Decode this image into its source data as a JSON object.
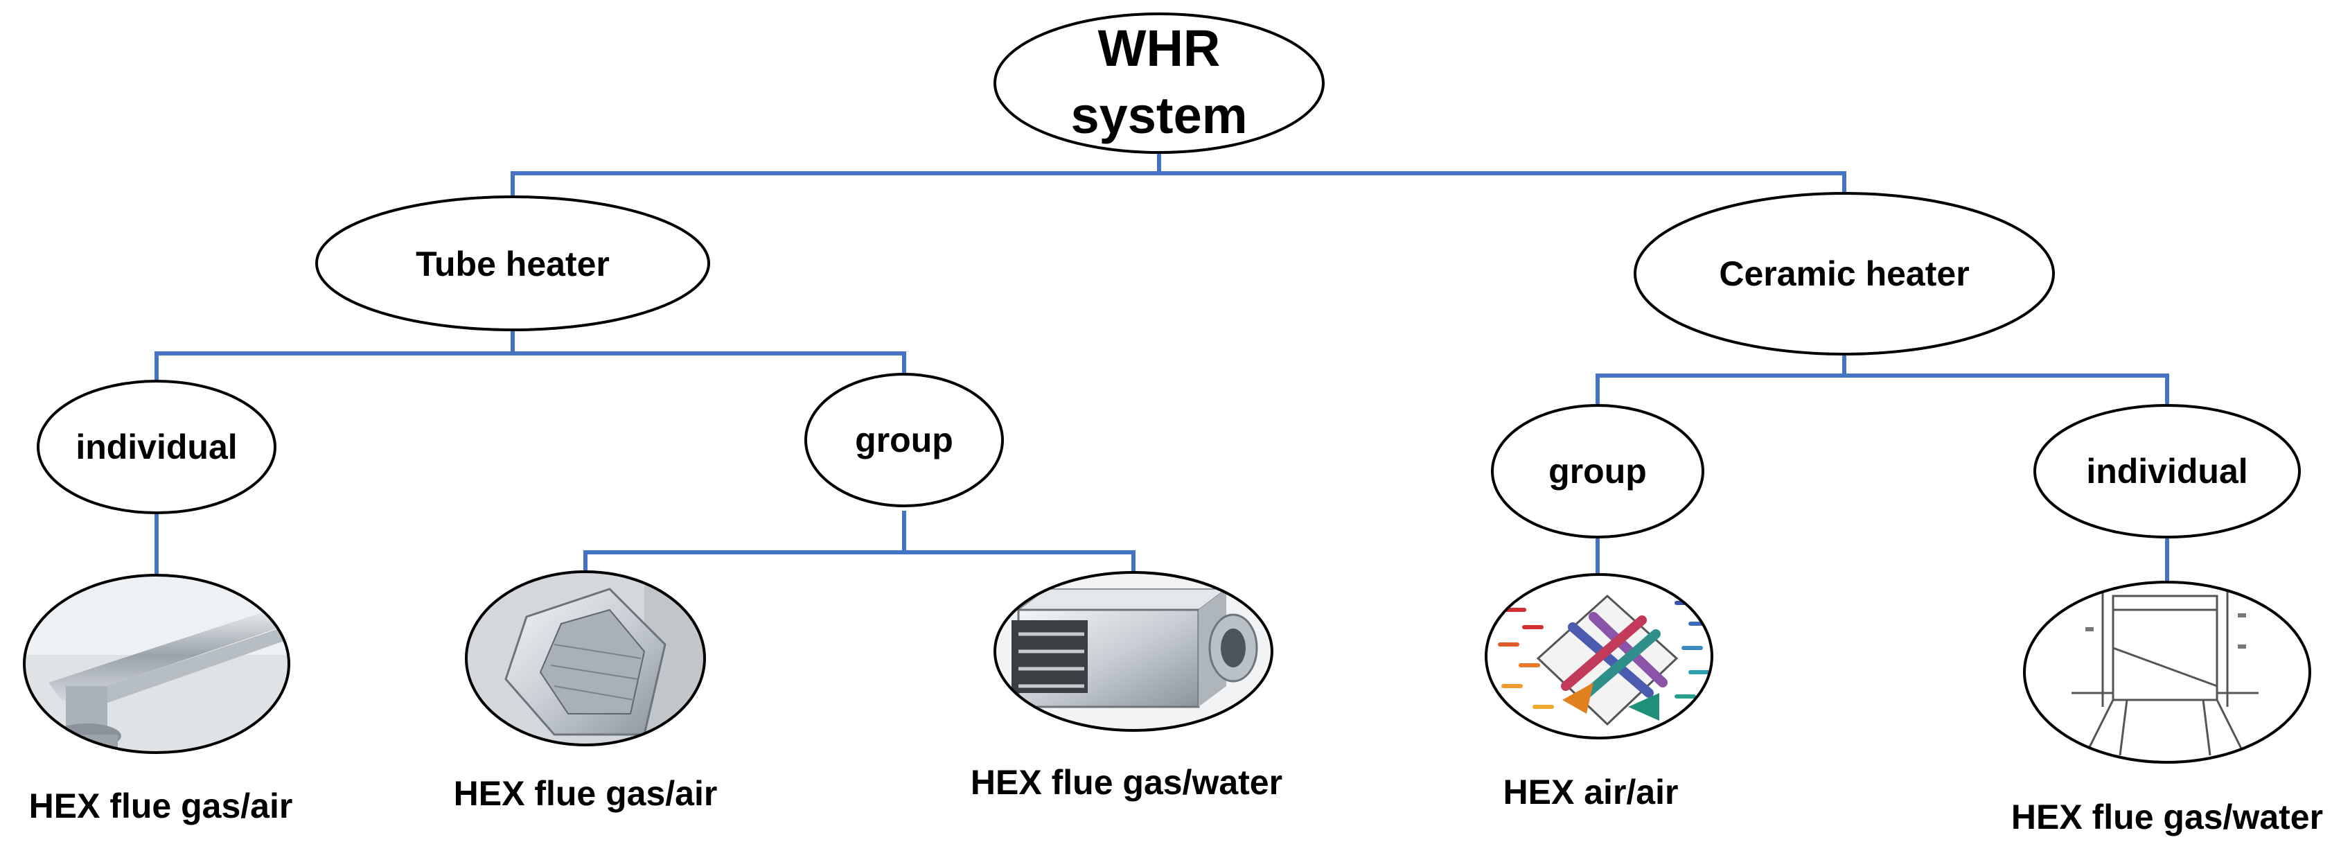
{
  "diagram": {
    "colors": {
      "connector": "#4472C4",
      "ellipse_stroke": "#000000",
      "ellipse_fill": "#ffffff",
      "text": "#000000"
    },
    "root": {
      "line1": "WHR",
      "line2": "system"
    },
    "branches": {
      "tube_heater": "Tube heater",
      "ceramic_heater": "Ceramic heater"
    },
    "subtypes": {
      "tube_individual": "individual",
      "tube_group": "group",
      "ceramic_group": "group",
      "ceramic_individual": "individual"
    },
    "leaves": {
      "tube_individual_hex": {
        "label": "HEX flue gas/air",
        "image": "pipe-heat-exchanger-photo"
      },
      "tube_group_hex_air": {
        "label": "HEX flue gas/air",
        "image": "rotary-heat-exchanger-photo"
      },
      "tube_group_hex_water": {
        "label": "HEX flue gas/water",
        "image": "ducted-heat-exchanger-photo"
      },
      "ceramic_group_hex": {
        "label": "HEX air/air",
        "image": "crossflow-airflow-diagram"
      },
      "ceramic_individual_hex": {
        "label": "HEX flue gas/water",
        "image": "tank-technical-drawing"
      }
    }
  }
}
